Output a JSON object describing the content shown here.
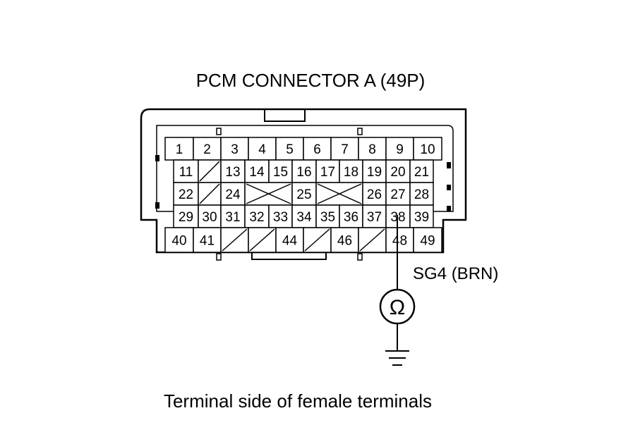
{
  "title": "PCM CONNECTOR A (49P)",
  "caption": "Terminal side of female terminals",
  "probe_label": "SG4 (BRN)",
  "meter_symbol": "Ω",
  "ground_icon": "ground-icon",
  "rows": [
    [
      "1",
      "2",
      "3",
      "4",
      "5",
      "6",
      "7",
      "8",
      "9",
      "10"
    ],
    [
      "11",
      "/",
      "13",
      "14",
      "15",
      "16",
      "17",
      "18",
      "19",
      "20",
      "21"
    ],
    [
      "22",
      "/",
      "24",
      "X",
      "25",
      "X",
      "26",
      "27",
      "28"
    ],
    [
      "29",
      "30",
      "31",
      "32",
      "33",
      "34",
      "35",
      "36",
      "37",
      "38",
      "39"
    ],
    [
      "40",
      "41",
      "/",
      "/",
      "44",
      "/",
      "46",
      "/",
      "48",
      "49"
    ]
  ],
  "probed_terminal": "38"
}
